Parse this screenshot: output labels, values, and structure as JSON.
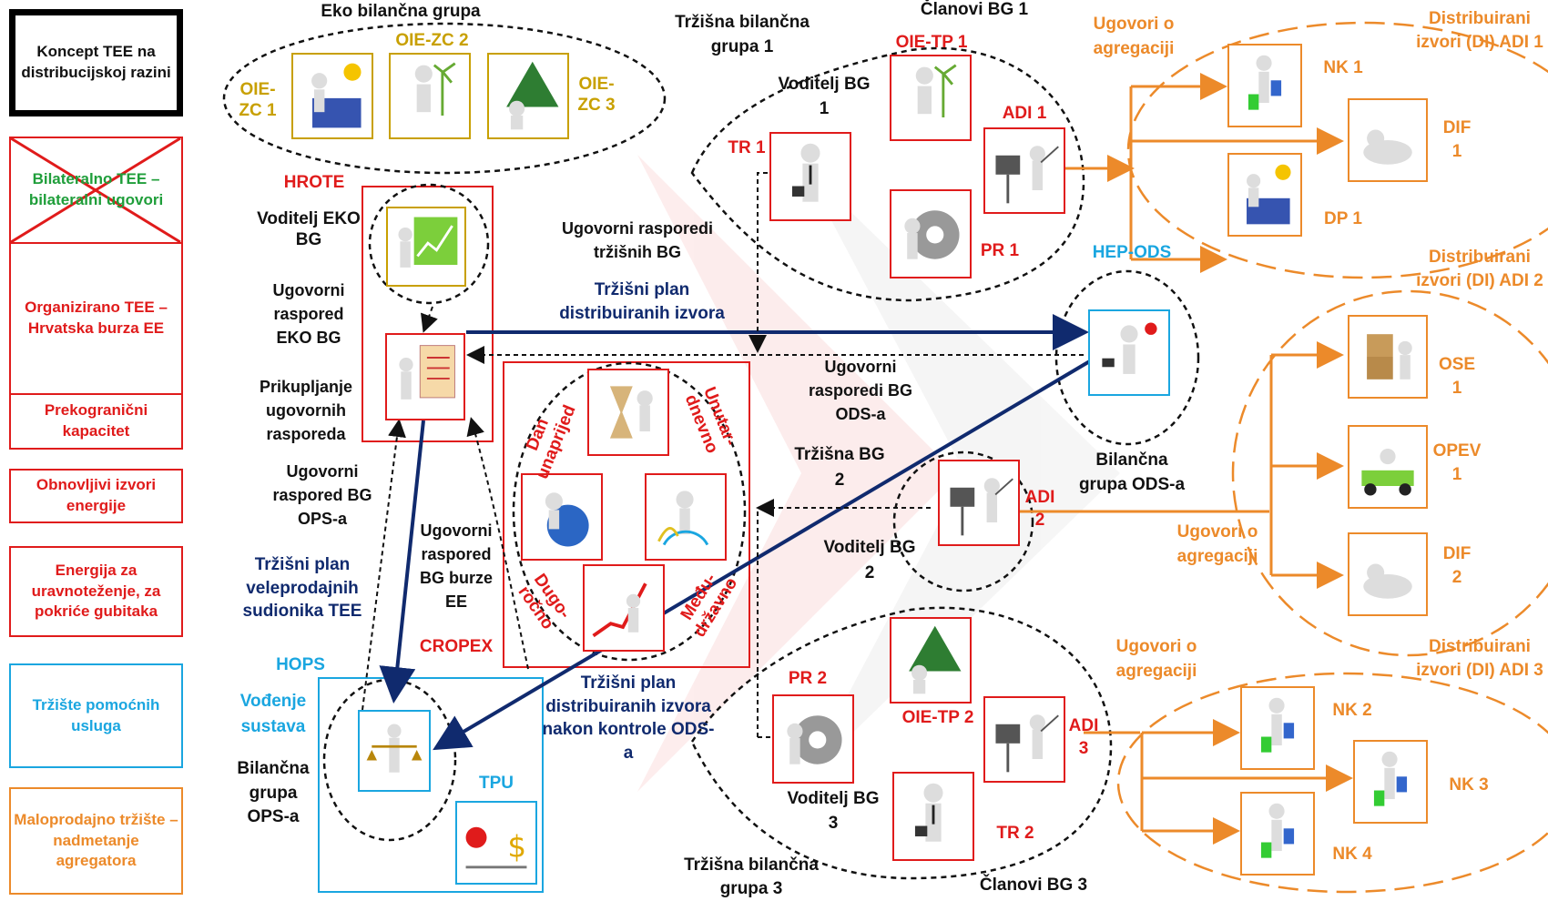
{
  "legend": {
    "title": "Koncept TEE na distribucijskoj razini",
    "bilateral": "Bilateralno TEE – bilateralni ugovori",
    "organized": "Organizirano TEE – Hrvatska burza EE",
    "crossborder": "Prekogranični kapacitet",
    "renewables": "Obnovljivi izvori energije",
    "balancing": "Energija za uravnoteženje, za pokriće gubitaka",
    "ancillary": "Tržište pomoćnih usluga",
    "retail": "Maloprodajno tržište – nadmetanje agregatora"
  },
  "eko": {
    "group": "Eko bilančna grupa",
    "zc1": "OIE-ZC 1",
    "zc2": "OIE-ZC 2",
    "zc3": "OIE-ZC 3",
    "hrote": "HROTE",
    "leader": "Voditelj EKO BG",
    "schedule": "Ugovorni raspored EKO BG",
    "collect": "Prikupljanje ugovornih rasporeda"
  },
  "center": {
    "tr_schedules": "Ugovorni rasporedi tržišnih BG",
    "plan_di": "Tržišni plan distribuiranih izvora",
    "ods_schedules": "Ugovorni rasporedi BG ODS-a",
    "ops_schedule": "Ugovorni raspored BG OPS-a",
    "wholesale_plan": "Tržišni plan veleprodajnih sudionika TEE",
    "exchange_schedule": "Ugovorni raspored BG burze EE",
    "cropex": "CROPEX",
    "plan_after": "Tržišni plan distribuiranih izvora nakon kontrole ODS-a",
    "day_ahead": "Dan unaprijed",
    "intraday": "Unutar- dnevno",
    "long_term": "Dugo- ročno",
    "cross_state": "Među- državno"
  },
  "bg1": {
    "group": "Tržišna bilančna grupa 1",
    "members": "Članovi BG 1",
    "leader": "Voditelj BG 1",
    "tr1": "TR 1",
    "oie_tp1": "OIE-TP 1",
    "adi1": "ADI 1",
    "pr1": "PR 1"
  },
  "bg2": {
    "group": "Tržišna BG 2",
    "leader": "Voditelj BG 2",
    "adi2": "ADI 2"
  },
  "bg3": {
    "group": "Tržišna bilančna grupa 3",
    "members": "Članovi BG 3",
    "leader": "Voditelj BG 3",
    "pr2": "PR 2",
    "oie_tp2": "OIE-TP 2",
    "adi3": "ADI 3",
    "tr2": "TR 2"
  },
  "ods": {
    "name": "HEP-ODS",
    "group": "Bilančna grupa ODS-a"
  },
  "ops": {
    "hops": "HOPS",
    "control": "Vođenje sustava",
    "group": "Bilančna grupa OPS-a",
    "tpu": "TPU"
  },
  "agg": {
    "contracts1": "Ugovori o agregaciji",
    "contracts2": "Ugovori o agregaciji",
    "contracts3": "Ugovori o agregaciji",
    "di1": "Distribuirani izvori (DI) ADI 1",
    "di2": "Distribuirani izvori (DI) ADI 2",
    "di3": "Distribuirani izvori (DI) ADI 3",
    "nk1": "NK 1",
    "dif1": "DIF 1",
    "dp1": "DP 1",
    "ose1": "OSE 1",
    "opev1": "OPEV 1",
    "dif2": "DIF 2",
    "nk2": "NK 2",
    "nk3": "NK 3",
    "nk4": "NK 4"
  },
  "colors": {
    "red": "#e01b1b",
    "orange": "#ec8a2a",
    "green": "#1f9e3a",
    "gold": "#c8a000",
    "cyan": "#1aa6e0",
    "navy": "#102a6e"
  }
}
